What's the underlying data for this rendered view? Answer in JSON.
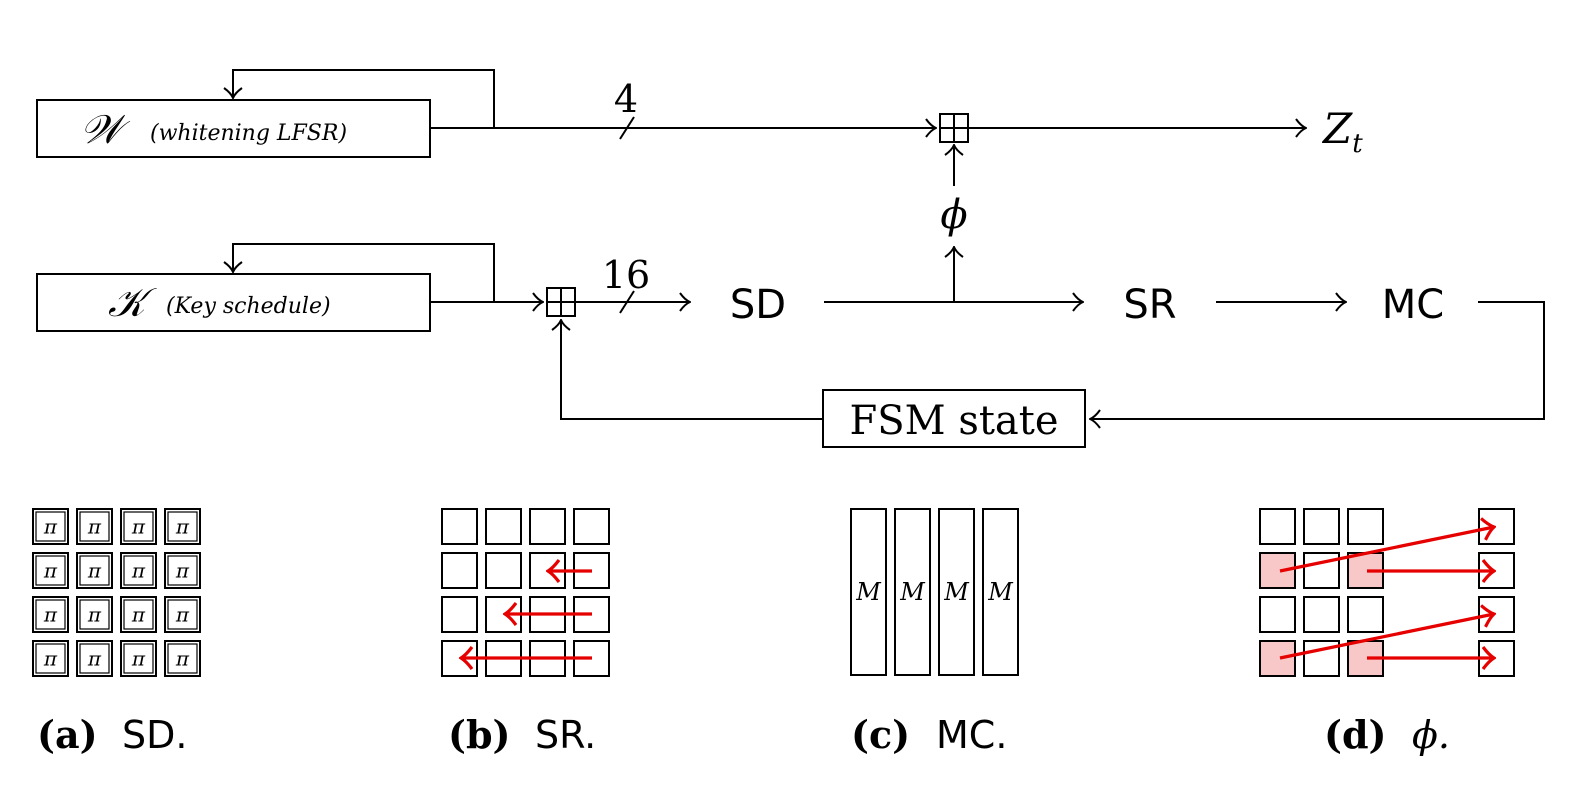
{
  "diagram": {
    "whitening": {
      "symbol": "𝒲",
      "label": "(whitening LFSR)"
    },
    "keysched": {
      "symbol": "𝒦",
      "label": "(Key schedule)"
    },
    "bus_width_top": "4",
    "bus_width_mid": "16",
    "phi": "ϕ",
    "output": {
      "main": "Z",
      "sub": "t"
    },
    "sd": "SD",
    "sr": "SR",
    "mc": "MC",
    "fsm": "FSM state"
  },
  "subfigures": {
    "a": {
      "tag": "(a)",
      "name": "SD.",
      "cell_symbol": "π"
    },
    "b": {
      "tag": "(b)",
      "name": "SR."
    },
    "c": {
      "tag": "(c)",
      "name": "MC.",
      "column_symbol": "M"
    },
    "d": {
      "tag": "(d)",
      "name": "ϕ."
    }
  },
  "colors": {
    "line": "#000000",
    "arrow_red": "#e60000",
    "highlight": "#f8c8c8"
  }
}
